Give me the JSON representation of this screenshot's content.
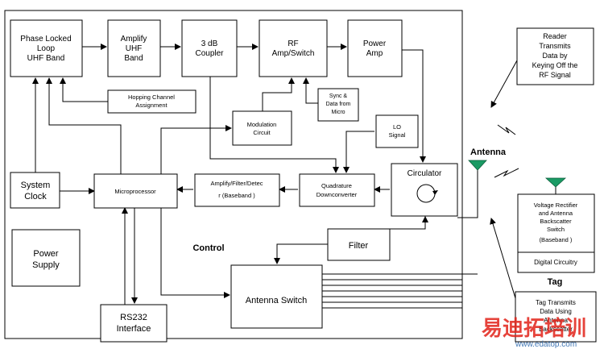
{
  "diagram": {
    "blocks": {
      "pll": [
        "Phase Locked",
        "Loop",
        "UHF Band"
      ],
      "amplify": [
        "Amplify",
        "UHF",
        "Band"
      ],
      "coupler": [
        "3 dB",
        "Coupler"
      ],
      "rf_amp": [
        "RF",
        "Amp/Switch"
      ],
      "power_amp": [
        "Power",
        "Amp"
      ],
      "hopping": [
        "Hopping Channel",
        "Assignment"
      ],
      "sync": [
        "Sync &",
        "Data from",
        "Micro"
      ],
      "modulation": [
        "Modulation",
        "Circuit"
      ],
      "lo": [
        "LO",
        "Signal"
      ],
      "system_clock": [
        "System",
        "Clock"
      ],
      "microprocessor": [
        "Microprocessor"
      ],
      "amp_filter": [
        "Amplify/Filter/Detec",
        "r    (Baseband  )"
      ],
      "quadrature": [
        "Quadrature",
        "Downconverter"
      ],
      "circulator": [
        "Circulator"
      ],
      "power_supply": [
        "Power",
        "Supply"
      ],
      "filter": [
        "Filter"
      ],
      "antenna_switch": [
        "Antenna Switch"
      ],
      "rs232": [
        "RS232",
        "Interface"
      ],
      "reader_note": [
        "Reader",
        "Transmits",
        "Data by",
        "Keying Off the",
        "RF Signal"
      ],
      "tag_top": [
        "Voltage Rectifier",
        "and Antenna",
        "Backscatter",
        "Switch",
        "(Baseband  )"
      ],
      "tag_bottom": [
        "Digital Circuitry"
      ],
      "tag_note": [
        "Tag Transmits",
        "Data Using",
        "Antenna",
        "Backscatter"
      ]
    },
    "labels": {
      "control": "Control",
      "antenna": "Antenna",
      "tag": "Tag"
    },
    "colors": {
      "antenna_fill": "#1a9a64",
      "watermark_red": "#e2231a",
      "watermark_blue": "#1f5fa8"
    }
  },
  "watermark": {
    "chinese": "易迪拓培训",
    "url": "www.edatop.com"
  }
}
